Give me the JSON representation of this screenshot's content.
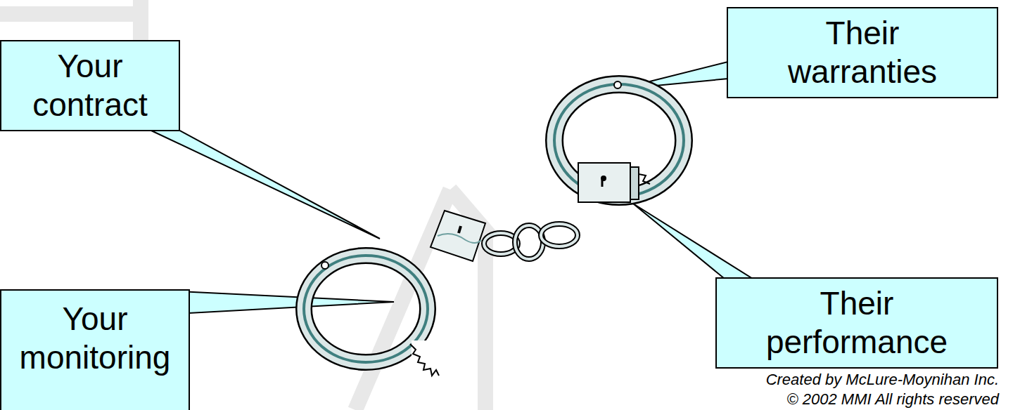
{
  "diagram": {
    "nodes": [
      {
        "text": [
          "Your contract"
        ]
      },
      {
        "text": [
          "Your monitoring"
        ]
      },
      {
        "text": [
          "Their warranties"
        ]
      },
      {
        "text": [
          "Their performance"
        ]
      }
    ],
    "labels": [
      "Created by McLure-Moynihan Inc.",
      "© 2002 MMI All rights reserved"
    ]
  }
}
